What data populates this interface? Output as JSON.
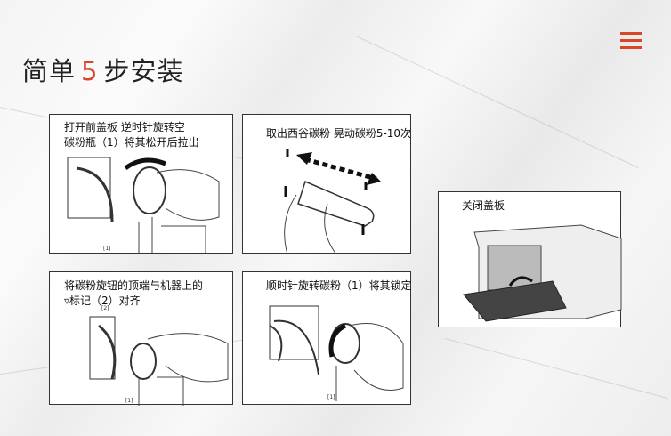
{
  "header": {
    "title_prefix": "简单",
    "title_number": "5",
    "title_suffix": "步安装"
  },
  "menu": {
    "icon": "hamburger-icon",
    "color": "#d9472b"
  },
  "steps": [
    {
      "line1": "打开前盖板    逆时针旋转空",
      "line2": "碳粉瓶（1）将其松开后拉出",
      "label": "[1]"
    },
    {
      "line1": "取出西谷碳粉 晃动碳粉5-10次"
    },
    {
      "line1": "关闭盖板"
    },
    {
      "line1": "将碳粉旋钮的顶端与机器上的",
      "line2": "▿标记（2）对齐",
      "label": "[1]",
      "label2": "[2]"
    },
    {
      "line1": "顺时针旋转碳粉（1）将其锁定",
      "label": "[1]"
    }
  ]
}
